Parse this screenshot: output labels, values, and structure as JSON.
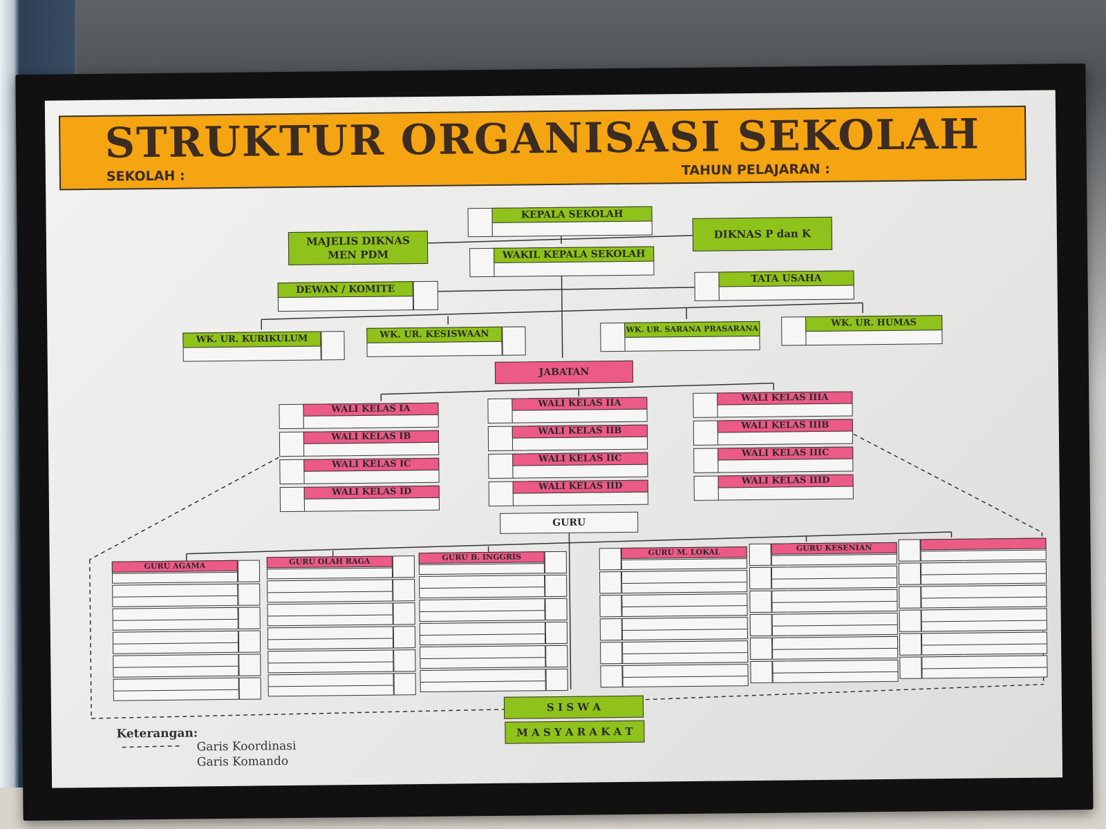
{
  "header": {
    "title": "STRUKTUR ORGANISASI SEKOLAH",
    "sekolah_label": "SEKOLAH :",
    "tahun_label": "TAHUN PELAJARAN :"
  },
  "top_boxes": {
    "kepala_sekolah": "KEPALA SEKOLAH",
    "wakil_kepala_sekolah": "WAKIL KEPALA SEKOLAH",
    "majelis_line1": "MAJELIS DIKNAS",
    "majelis_line2": "MEN PDM",
    "diknas": "DIKNAS P dan K",
    "dewan_komite": "DEWAN / KOMITE",
    "tata_usaha": "TATA USAHA"
  },
  "wakil_urusan": [
    "WK. UR. KURIKULUM",
    "WK. UR. KESISWAAN",
    "WK. UR. SARANA PRASARANA",
    "WK. UR. HUMAS"
  ],
  "jabatan": "JABATAN",
  "wali_kelas": {
    "col1": [
      "WALI KELAS IA",
      "WALI KELAS IB",
      "WALI KELAS IC",
      "WALI KELAS ID"
    ],
    "col2": [
      "WALI KELAS IIA",
      "WALI KELAS IIB",
      "WALI KELAS IIC",
      "WALI KELAS IID"
    ],
    "col3": [
      "WALI KELAS IIIA",
      "WALI KELAS IIIB",
      "WALI KELAS IIIC",
      "WALI KELAS IIID"
    ]
  },
  "guru": "GURU",
  "guru_groups": [
    "GURU AGAMA",
    "GURU OLAH RAGA",
    "GURU B. INGGRIS",
    "GURU M. LOKAL",
    "GURU KESENIAN",
    ""
  ],
  "siswa": "S I S W A",
  "masyarakat": "M A S Y A R A K A T",
  "legend": {
    "title": "Keterangan:",
    "koordinasi": "Garis Koordinasi",
    "komando": "Garis Komando"
  },
  "colors": {
    "banner": "#f5a512",
    "green": "#8fc21a",
    "pink": "#ec5a86",
    "frame": "#111111"
  }
}
